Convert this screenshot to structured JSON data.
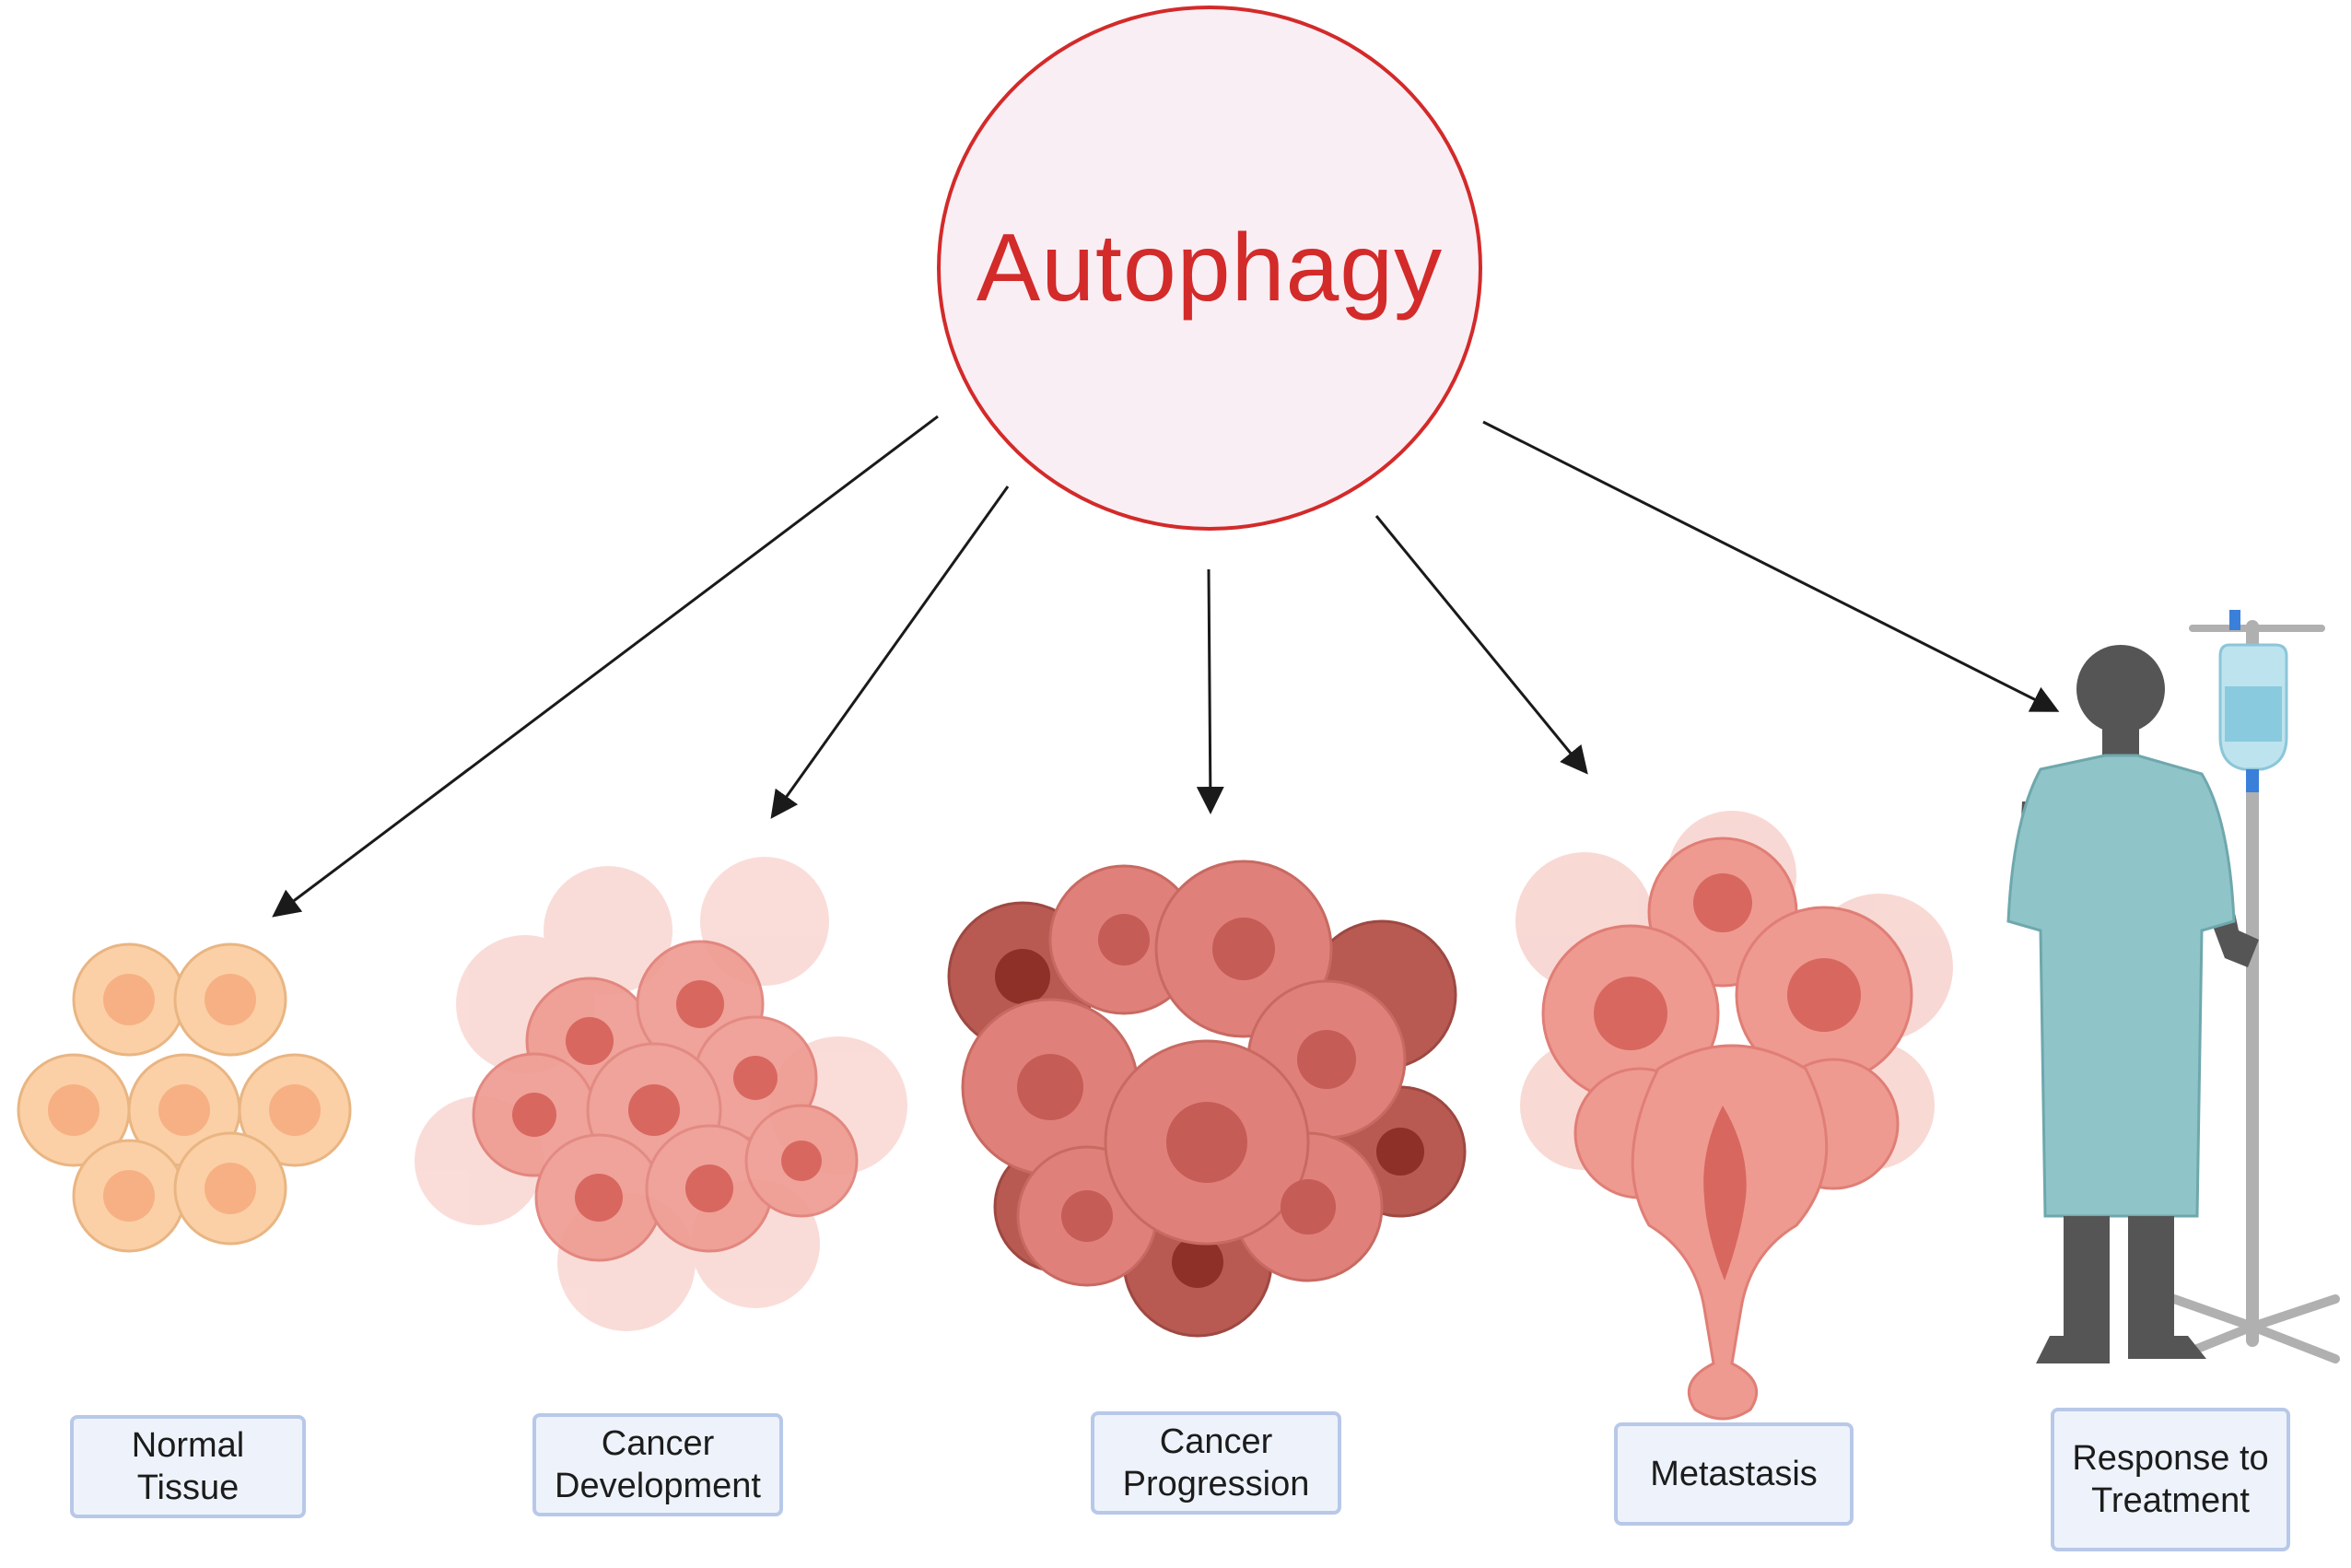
{
  "center": {
    "label": "Autophagy"
  },
  "stages": [
    {
      "id": "normal-tissue",
      "lines": [
        "Normal",
        "Tissue"
      ]
    },
    {
      "id": "cancer-development",
      "lines": [
        "Cancer",
        "Development"
      ]
    },
    {
      "id": "cancer-progression",
      "lines": [
        "Cancer",
        "Progression"
      ]
    },
    {
      "id": "metastasis",
      "lines": [
        "Metastasis"
      ]
    },
    {
      "id": "response-to-treatment",
      "lines": [
        "Response to",
        "Treatment"
      ]
    }
  ],
  "colors": {
    "center_outline": "#d32a2a",
    "center_fill": "#f9eef3",
    "label_border": "#b8c8e8",
    "label_fill": "#eef3fb",
    "arrow": "#1a1a1a",
    "normal_cell": "#f9c89c",
    "cancer_cell": "#ee8f84",
    "cancer_nucleus": "#d8675f",
    "advanced_cell": "#c86a62",
    "gown": "#8fc4c8",
    "skin": "#555555"
  }
}
